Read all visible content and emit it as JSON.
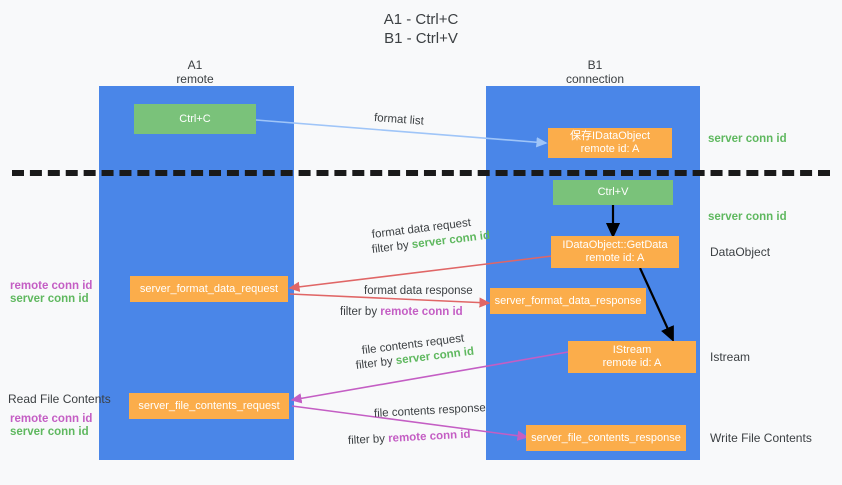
{
  "title": {
    "line1": "A1 - Ctrl+C",
    "line2": "B1 - Ctrl+V"
  },
  "columns": [
    {
      "id": "a1",
      "name": "A1",
      "role": "remote"
    },
    {
      "id": "b1",
      "name": "B1",
      "role": "connection"
    }
  ],
  "boxes": {
    "ctrl_c": {
      "label": "Ctrl+C",
      "color": "#7ac27a"
    },
    "ctrl_v": {
      "label": "Ctrl+V",
      "color": "#7ac27a"
    },
    "save_dataobject": {
      "line1": "保存IDataObject",
      "line2": "remote id: A",
      "color": "#fbad4b"
    },
    "getdata": {
      "line1": "IDataObject::GetData",
      "line2": "remote id: A",
      "color": "#fbad4b"
    },
    "istream": {
      "line1": "IStream",
      "line2": "remote id: A",
      "color": "#fbad4b"
    },
    "server_format_data_request": {
      "label": "server_format_data_request",
      "color": "#fbad4b"
    },
    "server_format_data_response": {
      "label": "server_format_data_response",
      "color": "#fbad4b"
    },
    "server_file_contents_request": {
      "label": "server_file_contents_request",
      "color": "#fbad4b"
    },
    "server_file_contents_response": {
      "label": "server_file_contents_response",
      "color": "#fbad4b"
    }
  },
  "arrow_labels": {
    "format_list": "format list",
    "format_data_request": "format data request",
    "format_data_request_filter_prefix": "filter by ",
    "format_data_request_filter_value": "server conn id",
    "format_data_response": "format data response",
    "format_data_response_filter_prefix": "filter by ",
    "format_data_response_filter_value": "remote conn id",
    "file_contents_request": "file contents request",
    "file_contents_request_filter_prefix": "filter by ",
    "file_contents_request_filter_value": "server conn id",
    "file_contents_response": "file contents response",
    "file_contents_response_filter_prefix": "filter by ",
    "file_contents_response_filter_value": "remote conn id"
  },
  "right_labels": {
    "server_conn_id_top": "server conn id",
    "server_conn_id_mid": "server conn id",
    "dataobject": "DataObject",
    "istream": "Istream",
    "write_file_contents": "Write File Contents"
  },
  "left_labels": {
    "remote_conn_id_1": "remote conn id",
    "server_conn_id_1": "server conn id",
    "read_file_contents": "Read File Contents",
    "remote_conn_id_2": "remote conn id",
    "server_conn_id_2": "server conn id"
  },
  "colors": {
    "background": "#f8f9fa",
    "column_blue": "#4a86e8",
    "box_green": "#7ac27a",
    "box_orange": "#fbad4b",
    "arrow_light_blue": "#9fc5f8",
    "arrow_red": "#e06666",
    "arrow_magenta": "#c45ec4",
    "arrow_black": "#000000",
    "conn_green_text": "#5fb85f",
    "conn_purple_text": "#c45ec4",
    "text": "#3c4043"
  }
}
